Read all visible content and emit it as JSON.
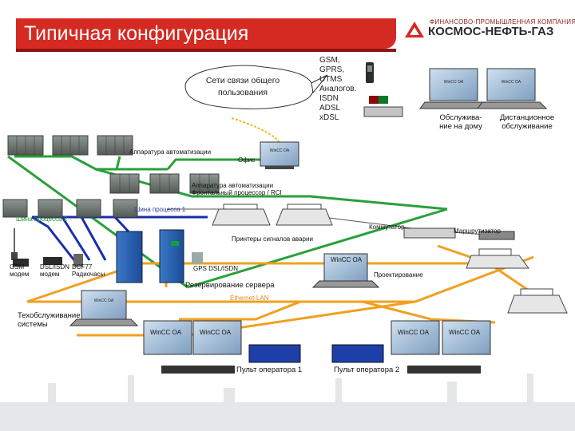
{
  "title": "Типичная конфигурация",
  "brand": {
    "subtitle": "ФИНАНСОВО-ПРОМЫШЛЕННАЯ КОМПАНИЯ",
    "name": "КОСМОС-НЕФТЬ-ГАЗ"
  },
  "bubble": "Сети связи общего пользования",
  "wan_list": [
    "GSM,",
    "GPRS,",
    "UTMS",
    "Аналогов.",
    "ISDN",
    "ADSL",
    "xDSL"
  ],
  "remote": {
    "home": "Обслужива-ние на дому",
    "remote": "Дистанционное обслуживание",
    "wincc": "WinCC OA"
  },
  "labels": {
    "automation": "Аппаратура автоматизации",
    "office": "Офис",
    "office_wincc": "WinCC OA",
    "automation2": "Аппаратура автоматизации Фронтальный процессор / RCI",
    "bus1": "Шина процесса 1",
    "bus2": "Шина процесса 2",
    "switch": "Коммутатор",
    "router": "Маршрутизатор",
    "printers": "Принтеры сигналов аварии",
    "gsm": "GSM модем",
    "dsl_modem": "DSL/ISDN модем",
    "dcf77": "DCF77 Радиочасы",
    "gps": "GPS DSL/ISDN",
    "wincc_server": "WinCC OA",
    "design": "Проектирование",
    "redundancy": "Резервирование сервера",
    "ethernet": "Ethernet-LAN",
    "maintenance": "Техобслуживание системы",
    "maint_wincc": "WinCC OA",
    "ws1": "WinCC OA",
    "ws2": "WinCC OA",
    "ws3": "WinCC OA",
    "ws4": "WinCC OA",
    "console1": "Пульт оператора 1",
    "console2": "Пульт оператора 2"
  },
  "colors": {
    "brand_red": "#d42a22",
    "bus_green": "#2aa03a",
    "bus_blue": "#1a2ea8",
    "lan_orange": "#f0a020",
    "panel_gray": "#6e7772"
  }
}
